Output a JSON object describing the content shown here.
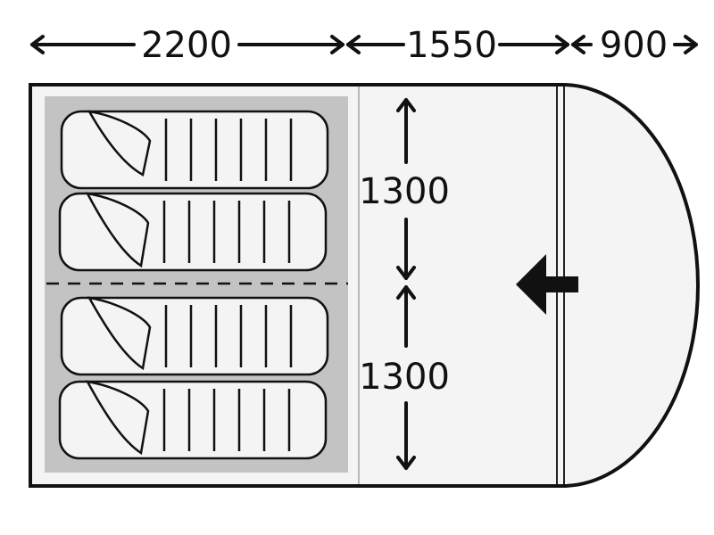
{
  "colors": {
    "outline": "#111111",
    "sleeping_area": "#c3c3c3",
    "living_area": "#f4f4f4",
    "porch_area": "#f4f4f4",
    "background": "#ffffff"
  },
  "dimensions": {
    "width_bedroom": "2200",
    "width_living": "1550",
    "width_porch": "900",
    "height_top": "1300",
    "height_bottom": "1300"
  },
  "sleeping_bags": {
    "count": 4,
    "rows_per_compartment": 2,
    "compartments": 2
  },
  "icons": {
    "entrance": "left-arrow-icon",
    "divider": "dashed-line"
  }
}
